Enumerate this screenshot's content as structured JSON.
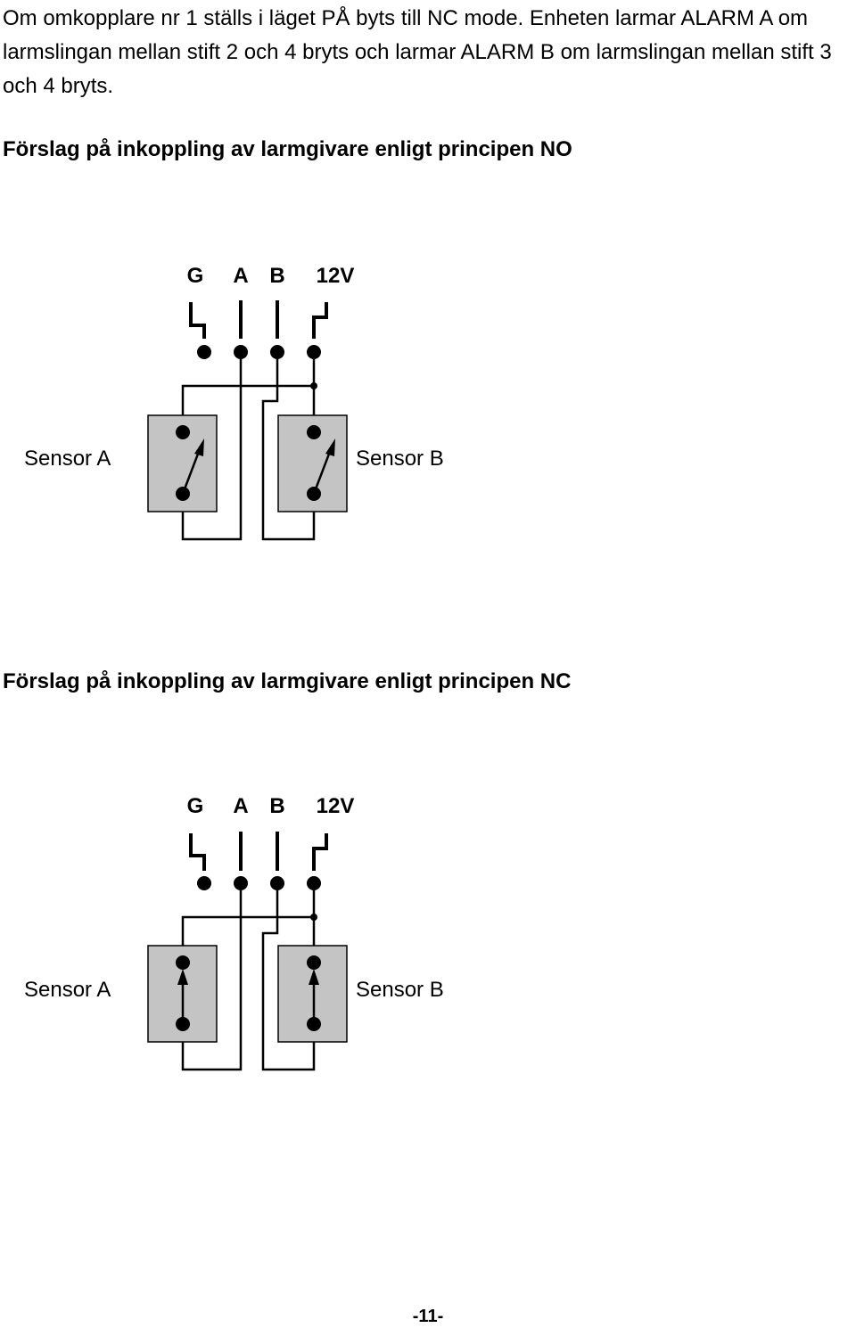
{
  "intro": {
    "text": "Om omkopplare nr 1 ställs i läget PÅ byts till NC mode. Enheten larmar ALARM A om larmslingan mellan stift 2 och 4 bryts och larmar ALARM B om larmslingan mellan stift 3 och 4 bryts."
  },
  "no_section": {
    "heading": "Förslag på inkoppling av larmgivare enligt principen NO",
    "terminals": [
      "G",
      "A",
      "B",
      "12V"
    ],
    "sensor_a": "Sensor A",
    "sensor_b": "Sensor B"
  },
  "nc_section": {
    "heading": "Förslag på inkoppling av larmgivare enligt principen NC",
    "terminals": [
      "G",
      "A",
      "B",
      "12V"
    ],
    "sensor_a": "Sensor A",
    "sensor_b": "Sensor B"
  },
  "page_number": "-11-",
  "colors": {
    "sensor_fill": "#c4c4c4",
    "line": "#000000"
  }
}
